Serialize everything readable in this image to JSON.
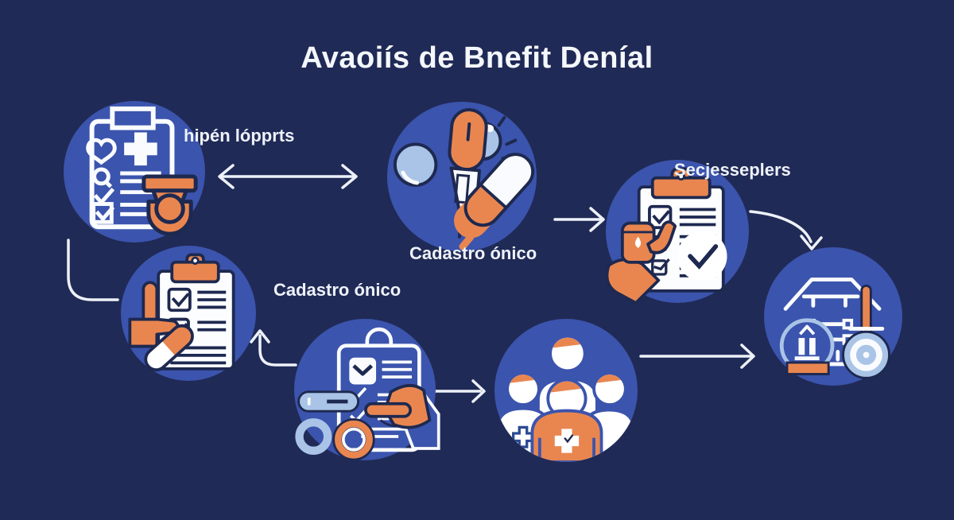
{
  "title": "Avaoiís de Bnefit Deníal",
  "colors": {
    "background": "#202a56",
    "circle": "#3b54ad",
    "orange": "#e98650",
    "light_blue": "#a9c4e6",
    "white": "#f9fbfe",
    "outline_navy": "#1e2950",
    "arrow": "#edf1f8"
  },
  "nodes": [
    {
      "id": "medical-report",
      "icon": "clipboard-stamp-icon",
      "label": "hipén lópprts"
    },
    {
      "id": "medication",
      "icon": "pills-syringe-icon",
      "label": "Cadastro ónico"
    },
    {
      "id": "review",
      "icon": "clipboard-approval-icon",
      "label": "Secjesseplers"
    },
    {
      "id": "decision",
      "icon": "scale-gavel-icon",
      "label": ""
    },
    {
      "id": "registry",
      "icon": "clipboard-thumb-icon",
      "label": "Cadastro ónico"
    },
    {
      "id": "verification",
      "icon": "clipboard-pointing-icon",
      "label": ""
    },
    {
      "id": "beneficiaries",
      "icon": "people-group-icon",
      "label": ""
    }
  ]
}
